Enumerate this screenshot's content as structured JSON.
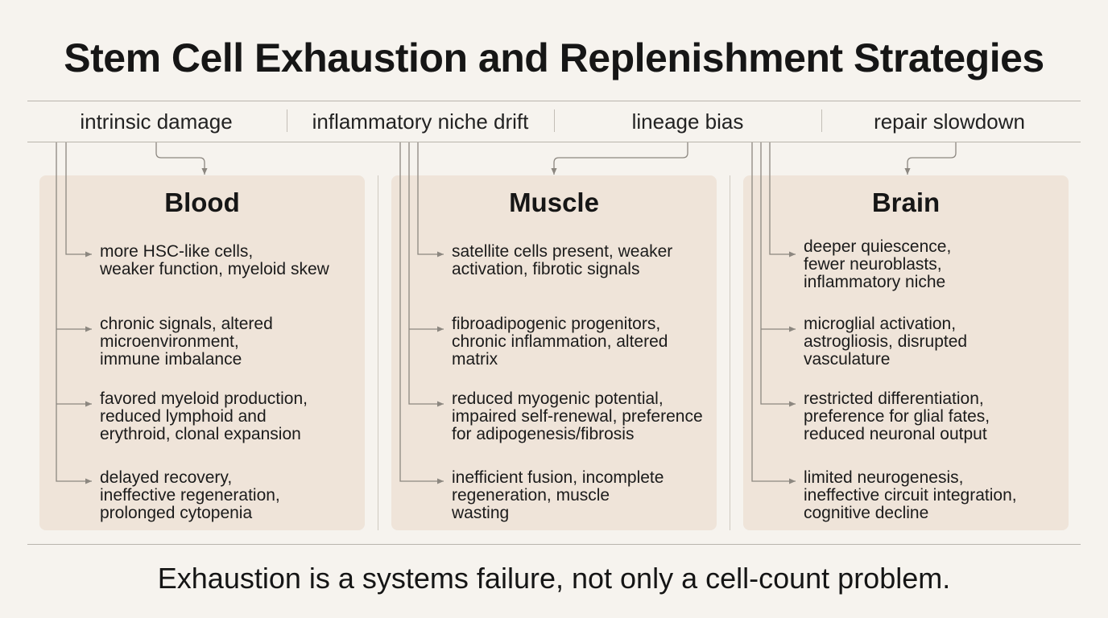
{
  "title": "Stem Cell Exhaustion and Replenishment Strategies",
  "categories": [
    "intrinsic damage",
    "inflammatory niche drift",
    "lineage bias",
    "repair slowdown"
  ],
  "panels": [
    {
      "title": "Blood",
      "items": [
        [
          "more HSC-like cells,",
          "weaker function, myeloid skew"
        ],
        [
          "chronic signals, altered",
          "microenvironment,",
          "immune imbalance"
        ],
        [
          "favored myeloid production,",
          "reduced lymphoid and",
          "erythroid, clonal expansion"
        ],
        [
          "delayed recovery,",
          "ineffective regeneration,",
          "prolonged cytopenia"
        ]
      ]
    },
    {
      "title": "Muscle",
      "items": [
        [
          "satellite cells present, weaker",
          "activation, fibrotic signals"
        ],
        [
          "fibroadipogenic progenitors,",
          "chronic inflammation, altered",
          "matrix"
        ],
        [
          "reduced myogenic potential,",
          "impaired self-renewal, preference",
          "for adipogenesis/fibrosis"
        ],
        [
          "inefficient fusion, incomplete",
          "regeneration, muscle",
          "wasting"
        ]
      ]
    },
    {
      "title": "Brain",
      "items": [
        [
          "deeper quiescence,",
          "fewer neuroblasts,",
          "inflammatory niche"
        ],
        [
          "microglial activation,",
          "astrogliosis, disrupted",
          "vasculature"
        ],
        [
          "restricted differentiation,",
          "preference for glial fates,",
          "reduced neuronal output"
        ],
        [
          "limited neurogenesis,",
          "ineffective circuit integration,",
          "cognitive decline"
        ]
      ]
    }
  ],
  "footer": "Exhaustion is a systems failure, not only a cell-count problem.",
  "colors": {
    "background": "#f6f3ee",
    "panel": "#efe4d9",
    "connector": "#8c8780",
    "rule": "#b9b4ac"
  }
}
